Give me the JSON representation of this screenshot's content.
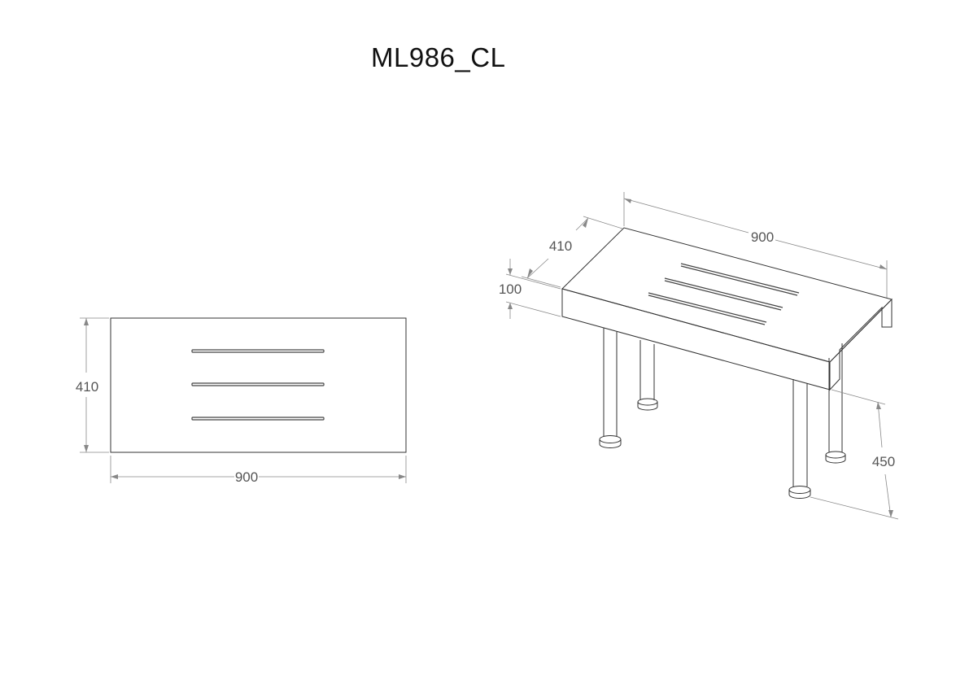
{
  "drawing": {
    "title": "ML986_CL"
  },
  "top_view": {
    "width_label": "900",
    "depth_label": "410"
  },
  "iso_view": {
    "width_label": "900",
    "depth_label": "410",
    "thickness_label": "100",
    "height_label": "450"
  }
}
